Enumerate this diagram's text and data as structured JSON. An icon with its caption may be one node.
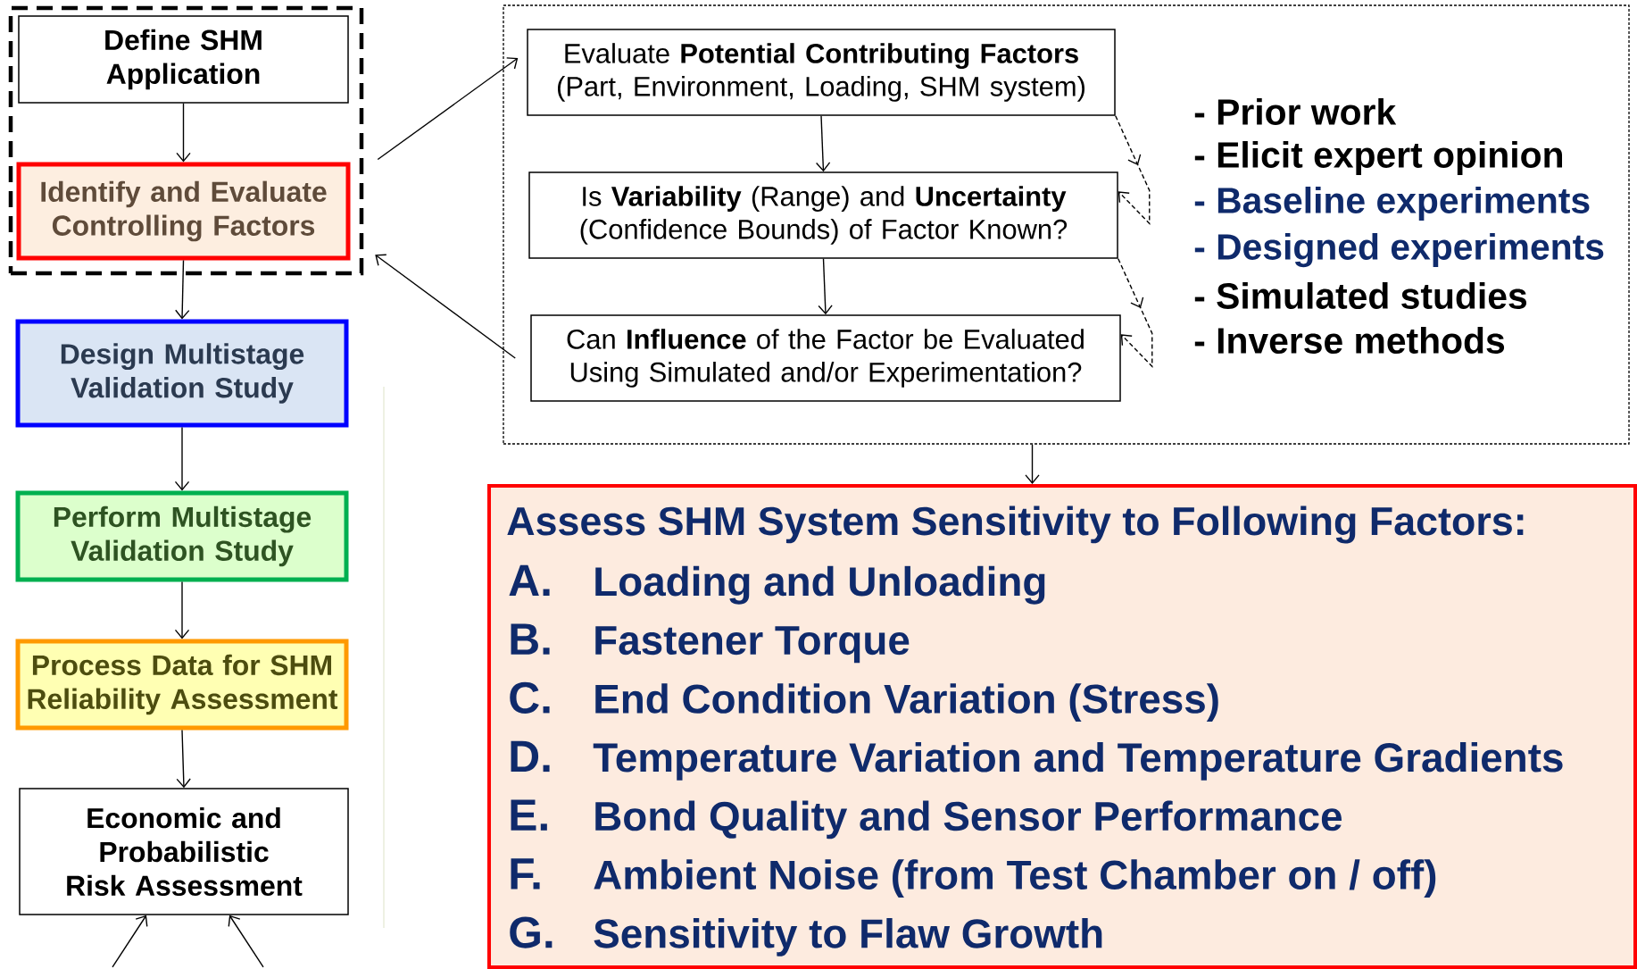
{
  "diagram": {
    "nodes": [
      {
        "text": [],
        "shape": "box"
      },
      {
        "text": [
          "Define SHM Application"
        ],
        "in": 0
      },
      {
        "text": [
          "Identify and Evaluate Controlling Factors"
        ],
        "in": 0
      },
      {
        "text": [
          "Design Multistage Validation Study"
        ]
      },
      {
        "text": [
          "Perform Multistage Validation Study"
        ]
      },
      {
        "text": [
          "Process Data for SHM Reliability Assessment"
        ]
      },
      {
        "text": [
          "Economic and Probabilistic Risk Assessment"
        ]
      },
      {
        "text": [],
        "shape": "box"
      },
      {
        "text": [
          "Evaluate **Potential Contributing Factors** (Part, Environment, Loading, SHM system)"
        ],
        "in": 7
      },
      {
        "text": [
          "Is **Variability** (Range) and **Uncertainty** (Confidence Bounds) of Factor Known?"
        ],
        "in": 7
      },
      {
        "text": [
          "Can **Influence** of the Factor be Evaluated Using Simulated and/or Experimentation?"
        ],
        "in": 7
      },
      {
        "text": [
          "Assess SHM System Sensitivity to Following Factors:",
          "A.",
          "Loading and Unloading",
          "B.",
          "Fastener Torque",
          "C.",
          "End Condition Variation (Stress)",
          "D.",
          "Temperature Variation and Temperature Gradients",
          "E.",
          "Bond Quality and Sensor Performance",
          "F.",
          "Ambient Noise (from Test Chamber on / off)",
          "G.",
          "Sensitivity to Flaw Growth"
        ]
      }
    ],
    "edges": [
      {
        "from": 1,
        "to": 2,
        "arrow": "to"
      },
      {
        "from": 2,
        "to": 3,
        "arrow": "to"
      },
      {
        "from": 3,
        "to": 4,
        "arrow": "to"
      },
      {
        "from": 4,
        "to": 5,
        "arrow": "to"
      },
      {
        "from": 5,
        "to": 6,
        "arrow": "to"
      },
      {
        "from": 0,
        "to": 8,
        "arrow": "to"
      },
      {
        "from": 8,
        "to": 9,
        "arrow": "to"
      },
      {
        "from": 9,
        "to": 10,
        "arrow": "to"
      },
      {
        "from": 8,
        "to": 9,
        "arrow": "to",
        "style": "dashed"
      },
      {
        "from": 9,
        "to": 10,
        "arrow": "to",
        "style": "dashed"
      },
      {
        "from": 10,
        "to": 0,
        "arrow": "to"
      },
      {
        "from": 7,
        "to": 11,
        "arrow": "to"
      },
      {
        "from": null,
        "to": 6,
        "arrow": "to"
      },
      {
        "from": null,
        "to": 6,
        "arrow": "to"
      }
    ],
    "labels": [
      "- Prior work",
      "- Elicit expert opinion",
      "- Baseline experiments",
      "- Designed experiments",
      "- Simulated studies",
      "- Inverse methods"
    ]
  }
}
